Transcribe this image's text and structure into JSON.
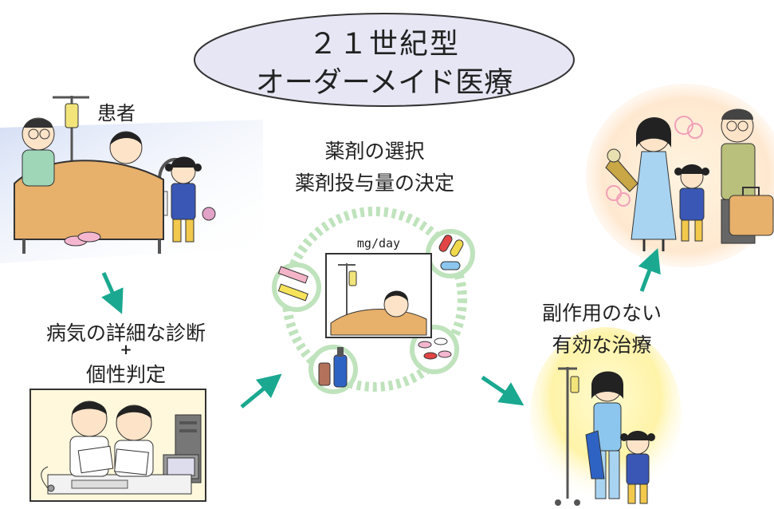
{
  "title": {
    "line1": "２１世紀型",
    "line2": "オーダーメイド医療"
  },
  "patient_label": "患者",
  "diagnosis": {
    "line1": "病気の詳細な診断",
    "plus": "+",
    "line2": "個性判定"
  },
  "drug": {
    "line1": "薬剤の選択",
    "line2": "薬剤投与量の決定",
    "unit": "mg/day"
  },
  "treatment": {
    "line1": "副作用のない",
    "line2": "有効な治療"
  },
  "colors": {
    "ellipse_fill": "#e6e6f4",
    "arrow": "#1aa890",
    "ring": "#bfe3bc",
    "bed": "#e7b06b",
    "glow_yellow": "#fff6a8"
  }
}
